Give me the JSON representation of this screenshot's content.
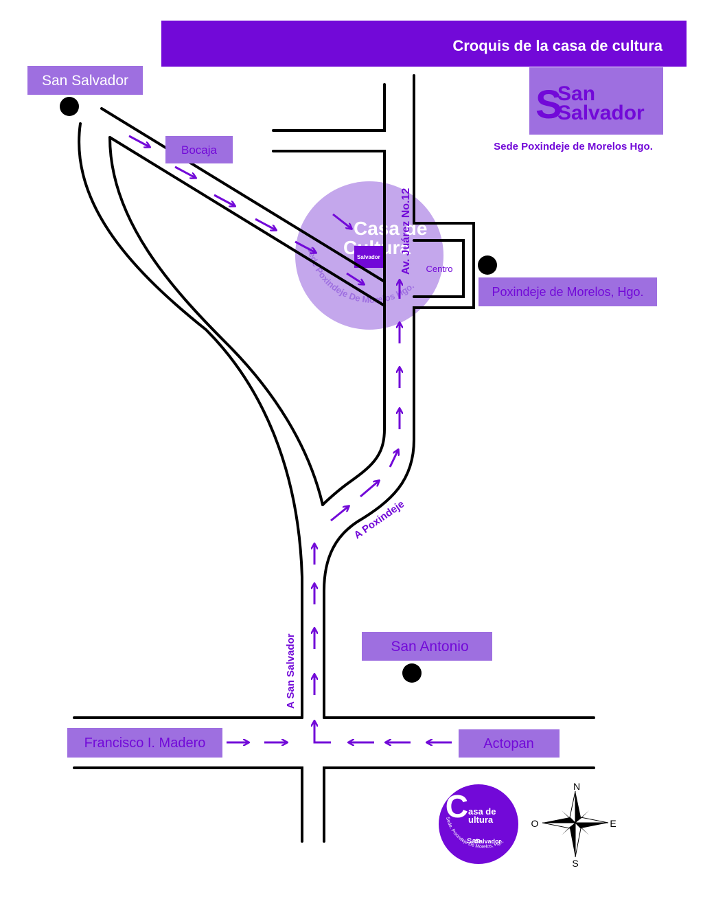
{
  "header": {
    "title": "Croquis de la casa de cultura"
  },
  "brand": {
    "logo_line1": "San",
    "logo_line2": "Salvador",
    "subtitle": "Sede Poxindeje de Morelos Hgo."
  },
  "places": {
    "san_salvador": "San Salvador",
    "bocaja": "Bocaja",
    "poxindeje": "Poxindeje de Morelos, Hgo.",
    "san_antonio": "San Antonio",
    "francisco_madero": "Francisco I. Madero",
    "actopan": "Actopan",
    "centro": "Centro"
  },
  "roads": {
    "av_juarez": "Av. Juárez No.12",
    "a_poxindeje": "A Poxindeje",
    "a_san_salvador": "A San Salvador"
  },
  "watermark": {
    "casa": "Casa de",
    "cultura": "Cultura",
    "sede": "Sede Poxindeje De Morelos Hgo."
  },
  "bottom_logo": {
    "casa": "asa de",
    "cultura": "ultura",
    "san": "San",
    "salvador": "Salvador",
    "sede": "Sede. Poxindeje De Morelos, Hgo."
  },
  "compass": {
    "n": "N",
    "s": "S",
    "e": "E",
    "o": "O"
  },
  "colors": {
    "purple_dark": "#7209d8",
    "purple_light": "#9e6fe0",
    "purple_pale": "#c4a7ec",
    "road": "#000000"
  }
}
